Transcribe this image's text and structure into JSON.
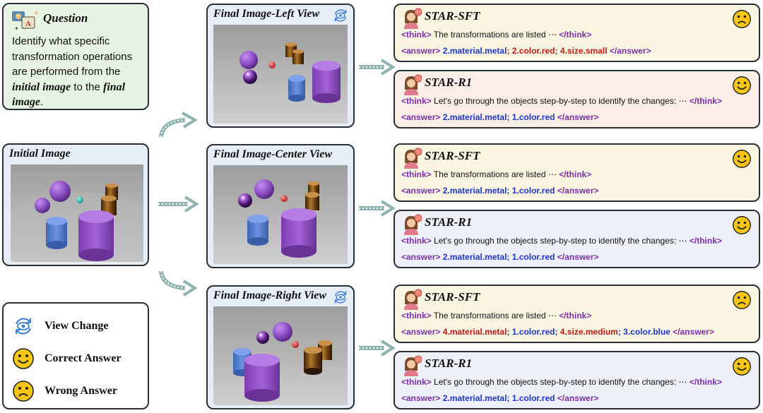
{
  "question": {
    "title": "Question",
    "text_a": "Identify what specific transformation operations are performed from the ",
    "em1": "initial image",
    "text_b": " to the ",
    "em2": "final image",
    "text_c": "."
  },
  "initial": {
    "title": "Initial Image"
  },
  "views": [
    {
      "title": "Final Image-Left View",
      "view_icon": "view-change-icon"
    },
    {
      "title": "Final Image-Center View"
    },
    {
      "title": "Final Image-Right View",
      "view_icon": "view-change-icon"
    }
  ],
  "legend": {
    "items": [
      {
        "label": "View Change",
        "icon": "view-change-icon"
      },
      {
        "label": "Correct Answer",
        "icon": "smiley-icon"
      },
      {
        "label": "Wrong Answer",
        "icon": "frown-icon"
      }
    ]
  },
  "answers": [
    {
      "model": "STAR-SFT",
      "verdict": "wrong",
      "think_open": "<think>",
      "think_text": " The transformations are listed ⋯ ",
      "think_close": "</think>",
      "answer_open": "<answer>",
      "parts": [
        {
          "text": " 2.material.metal",
          "kind": "ok"
        },
        {
          "text": "; ",
          "kind": "bad"
        },
        {
          "text": "2.color.red",
          "kind": "bad"
        },
        {
          "text": "; ",
          "kind": "bad"
        },
        {
          "text": "4.size.small",
          "kind": "bad"
        },
        {
          "text": " ",
          "kind": "txt"
        }
      ],
      "answer_close": "</answer>"
    },
    {
      "model": "STAR-R1",
      "verdict": "correct",
      "think_open": "<think>",
      "think_text": " Let's go through the objects step-by-step to identify the changes: ⋯ ",
      "think_close": "</think>",
      "answer_open": "<answer>",
      "parts": [
        {
          "text": " 2.material.metal; 1.color.red",
          "kind": "ok"
        },
        {
          "text": " ",
          "kind": "txt"
        }
      ],
      "answer_close": "</answer>"
    },
    {
      "model": "STAR-SFT",
      "verdict": "correct",
      "think_open": "<think>",
      "think_text": " The transformations are listed ⋯ ",
      "think_close": "</think>",
      "answer_open": "<answer>",
      "parts": [
        {
          "text": " 2.material.metal; 1.color.red",
          "kind": "ok"
        },
        {
          "text": " ",
          "kind": "txt"
        }
      ],
      "answer_close": "</answer>"
    },
    {
      "model": "STAR-R1",
      "verdict": "correct",
      "think_open": "<think>",
      "think_text": " Let's go through the objects step-by-step to identify the changes: ⋯ ",
      "think_close": "</think>",
      "answer_open": "<answer>",
      "parts": [
        {
          "text": " 2.material.metal; 1.color.red",
          "kind": "ok"
        },
        {
          "text": " ",
          "kind": "txt"
        }
      ],
      "answer_close": "</answer>"
    },
    {
      "model": "STAR-SFT",
      "verdict": "wrong",
      "think_open": "<think>",
      "think_text": " The transformations are listed ⋯ ",
      "think_close": "</think>",
      "answer_open": "<answer>",
      "parts": [
        {
          "text": " 4.material.metal",
          "kind": "bad"
        },
        {
          "text": "; 1.color.red; ",
          "kind": "ok"
        },
        {
          "text": "4.size.medium",
          "kind": "bad"
        },
        {
          "text": "; ",
          "kind": "ok"
        },
        {
          "text": "3.color.blue",
          "kind": "ok"
        },
        {
          "text": " ",
          "kind": "txt"
        }
      ],
      "answer_close": "</answer>"
    },
    {
      "model": "STAR-R1",
      "verdict": "correct",
      "think_open": "<think>",
      "think_text": " Let's go through the objects step-by-step to identify the changes: ⋯ ",
      "think_close": "</think>",
      "answer_open": "<answer>",
      "parts": [
        {
          "text": " 2.material.metal; 1.color.red",
          "kind": "ok"
        },
        {
          "text": " ",
          "kind": "txt"
        }
      ],
      "answer_close": "</answer>"
    }
  ],
  "colors": {
    "question_bg": "#e7f3e3",
    "image_panel_bg": "#e6edf6",
    "sft_bg": "#fbf6e2",
    "r1_warm_bg": "#fbeee6",
    "r1_cool_bg": "#eef0f7",
    "tag": "#7a2ea8",
    "correct_text": "#1f35c9",
    "wrong_text": "#c21818",
    "arrow": "#8fb3b0"
  }
}
